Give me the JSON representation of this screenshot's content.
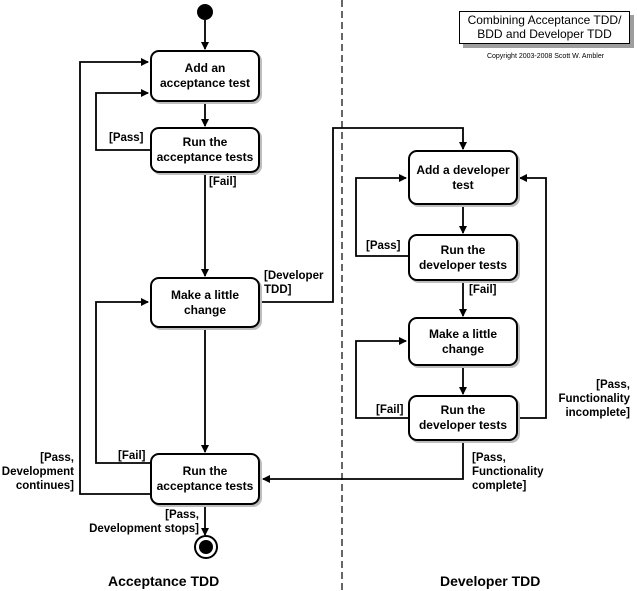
{
  "title_box": {
    "title": "Combining Acceptance TDD/\nBDD and Developer TDD",
    "copyright": "Copyright 2003-2008 Scott W. Ambler"
  },
  "swimlanes": {
    "left": "Acceptance TDD",
    "right": "Developer TDD"
  },
  "nodes": {
    "add_acceptance_test": "Add an\nacceptance test",
    "run_acceptance_tests_1": "Run the\nacceptance tests",
    "make_little_change_1": "Make a little\nchange",
    "run_acceptance_tests_2": "Run the\nacceptance tests",
    "add_developer_test": "Add a developer\ntest",
    "run_developer_tests_1": "Run the\ndeveloper tests",
    "make_little_change_2": "Make a little\nchange",
    "run_developer_tests_2": "Run the\ndeveloper tests"
  },
  "guards": {
    "pass_1": "[Pass]",
    "fail_1": "[Fail]",
    "developer_tdd": "[Developer\nTDD]",
    "fail_2": "[Fail]",
    "pass_dev_continues": "[Pass,\nDevelopment\ncontinues]",
    "pass_dev_stops": "[Pass,\nDevelopment stops]",
    "pass_2": "[Pass]",
    "fail_3": "[Fail]",
    "fail_4": "[Fail]",
    "pass_func_incomplete": "[Pass,\nFunctionality\nincomplete]",
    "pass_func_complete": "[Pass,\nFunctionality\ncomplete]"
  }
}
